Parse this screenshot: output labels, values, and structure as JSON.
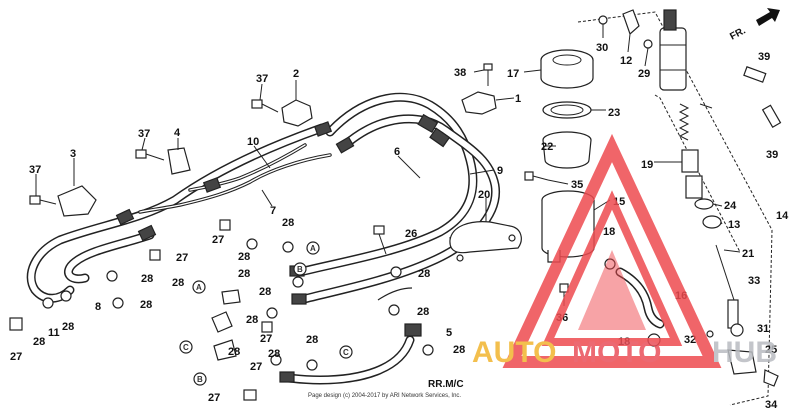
{
  "diagram": {
    "callouts": [
      {
        "id": "c-37a",
        "text": "37"
      },
      {
        "id": "c-2",
        "text": "2"
      },
      {
        "id": "c-37b",
        "text": "37"
      },
      {
        "id": "c-4",
        "text": "4"
      },
      {
        "id": "c-10",
        "text": "10"
      },
      {
        "id": "c-3",
        "text": "3"
      },
      {
        "id": "c-37c",
        "text": "37"
      },
      {
        "id": "c-6",
        "text": "6"
      },
      {
        "id": "c-9",
        "text": "9"
      },
      {
        "id": "c-7",
        "text": "7"
      },
      {
        "id": "c-38",
        "text": "38"
      },
      {
        "id": "c-1",
        "text": "1"
      },
      {
        "id": "c-17",
        "text": "17"
      },
      {
        "id": "c-23",
        "text": "23"
      },
      {
        "id": "c-22",
        "text": "22"
      },
      {
        "id": "c-35",
        "text": "35"
      },
      {
        "id": "c-20",
        "text": "20"
      },
      {
        "id": "c-15",
        "text": "15"
      },
      {
        "id": "c-30",
        "text": "30"
      },
      {
        "id": "c-12",
        "text": "12"
      },
      {
        "id": "c-29",
        "text": "29"
      },
      {
        "id": "c-39a",
        "text": "39"
      },
      {
        "id": "c-39b",
        "text": "39"
      },
      {
        "id": "c-19",
        "text": "19"
      },
      {
        "id": "c-24",
        "text": "24"
      },
      {
        "id": "c-13",
        "text": "13"
      },
      {
        "id": "c-14",
        "text": "14"
      },
      {
        "id": "c-21",
        "text": "21"
      },
      {
        "id": "c-33",
        "text": "33"
      },
      {
        "id": "c-31",
        "text": "31"
      },
      {
        "id": "c-32",
        "text": "32"
      },
      {
        "id": "c-25",
        "text": "25"
      },
      {
        "id": "c-34",
        "text": "34"
      },
      {
        "id": "c-18a",
        "text": "18"
      },
      {
        "id": "c-16",
        "text": "16"
      },
      {
        "id": "c-36",
        "text": "36"
      },
      {
        "id": "c-18b",
        "text": "18"
      },
      {
        "id": "c-26",
        "text": "26"
      },
      {
        "id": "c-28a",
        "text": "28"
      },
      {
        "id": "c-27a",
        "text": "27"
      },
      {
        "id": "c-28b",
        "text": "28"
      },
      {
        "id": "c-28c",
        "text": "28"
      },
      {
        "id": "c-28d",
        "text": "28"
      },
      {
        "id": "c-28e",
        "text": "28"
      },
      {
        "id": "c-28f",
        "text": "28"
      },
      {
        "id": "c-8",
        "text": "8"
      },
      {
        "id": "c-28g",
        "text": "28"
      },
      {
        "id": "c-28h",
        "text": "28"
      },
      {
        "id": "c-27b",
        "text": "27"
      },
      {
        "id": "c-28i",
        "text": "28"
      },
      {
        "id": "c-11",
        "text": "11"
      },
      {
        "id": "c-28j",
        "text": "28"
      },
      {
        "id": "c-27c",
        "text": "27"
      },
      {
        "id": "c-28k",
        "text": "28"
      },
      {
        "id": "c-28l",
        "text": "28"
      },
      {
        "id": "c-28m",
        "text": "28"
      },
      {
        "id": "c-27d",
        "text": "27"
      },
      {
        "id": "c-28n",
        "text": "28"
      },
      {
        "id": "c-28o",
        "text": "28"
      },
      {
        "id": "c-5",
        "text": "5"
      },
      {
        "id": "c-28p",
        "text": "28"
      },
      {
        "id": "c-27e",
        "text": "27"
      },
      {
        "id": "c-27f",
        "text": "27"
      }
    ],
    "circle_labels": [
      {
        "id": "l-A1",
        "text": "A"
      },
      {
        "id": "l-A2",
        "text": "A"
      },
      {
        "id": "l-B1",
        "text": "B"
      },
      {
        "id": "l-B2",
        "text": "B"
      },
      {
        "id": "l-C1",
        "text": "C"
      },
      {
        "id": "l-C2",
        "text": "C"
      }
    ],
    "direction_label": "FR.",
    "section_label": "RR.M/C",
    "copyright": "Page design (c) 2004-2017 by ARI Network Services, Inc."
  },
  "watermark": {
    "part1": "AUTO",
    "part2": "MOTO",
    "part3": "HUB",
    "colors": {
      "auto": "#f2b52f",
      "moto": "#e9505a",
      "hub": "#b9bcc1",
      "triangle": "#ee4b50"
    }
  }
}
